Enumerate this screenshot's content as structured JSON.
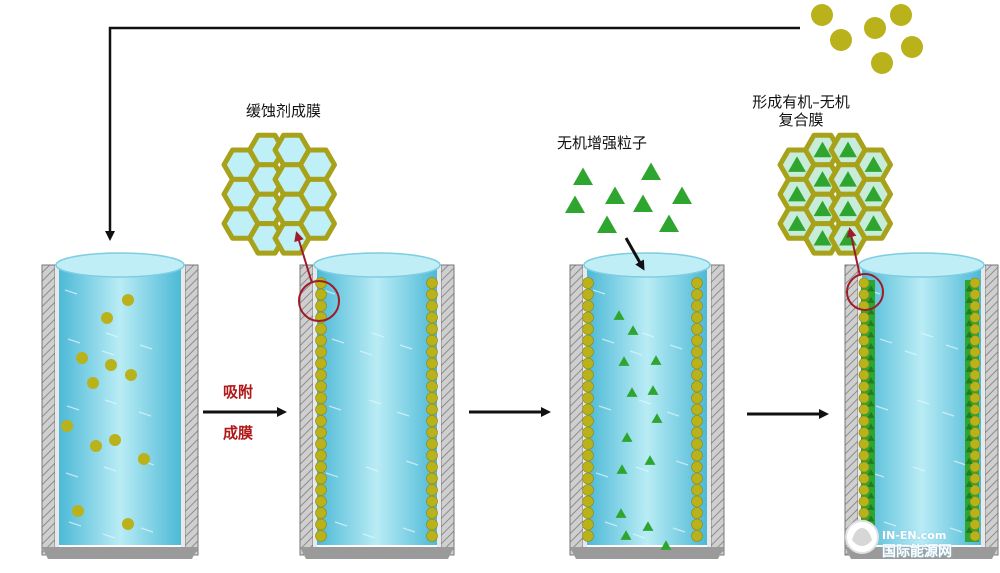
{
  "labels": {
    "inhibitor_film": "缓蚀剂成膜",
    "adsorb": "吸附",
    "form_film": "成膜",
    "inorganic_particles": "无机增强粒子",
    "hybrid_film_line1": "形成有机–无机",
    "hybrid_film_line2": "复合膜"
  },
  "watermark": {
    "top": "IN-EN.com",
    "bottom": "国际能源网"
  },
  "colors": {
    "water_light": "#c4ecf4",
    "water_mid": "#6fcbe0",
    "wall": "#9a9a9a",
    "inhibitor": "#b9b21b",
    "particle": "#2ea52e",
    "honeycomb_cell": "#bff0f7",
    "honeycomb_hybrid": "#c7ecd9",
    "honeycomb_border": "#a8a11a",
    "highlight_circle": "#9e1b2a",
    "red_text": "#b01818"
  }
}
